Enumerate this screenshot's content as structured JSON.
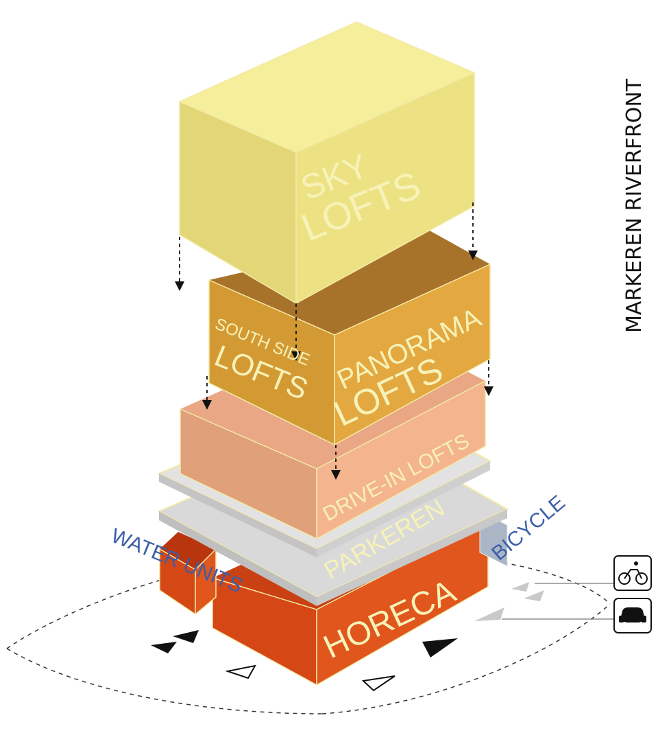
{
  "title": "MARKEREN RIVERFRONT",
  "blocks": {
    "sky": {
      "line1": "SKY",
      "line2": "LOFTS"
    },
    "south": {
      "line1": "SOUTH SIDE",
      "line2": "LOFTS"
    },
    "panorama": {
      "line1": "PANORAMA",
      "line2": "LOFTS"
    },
    "drive": {
      "label": "DRIVE-IN LOFTS"
    },
    "parkeren": {
      "label": "PARKEREN"
    },
    "horeca": {
      "label": "HORECA"
    },
    "water": {
      "label": "WATER UNITS"
    },
    "bicycle": {
      "label": "BICYCLE"
    }
  },
  "icons": [
    "bicycle-icon",
    "car-icon"
  ],
  "colors": {
    "sky": "#f2e483",
    "panorama": "#e1a53c",
    "drive": "#f2b48a",
    "parkeren": "#d5d5d5",
    "horeca": "#e2531c",
    "label_text": "#f6f2b8",
    "side_label": "#3b5fa8"
  }
}
